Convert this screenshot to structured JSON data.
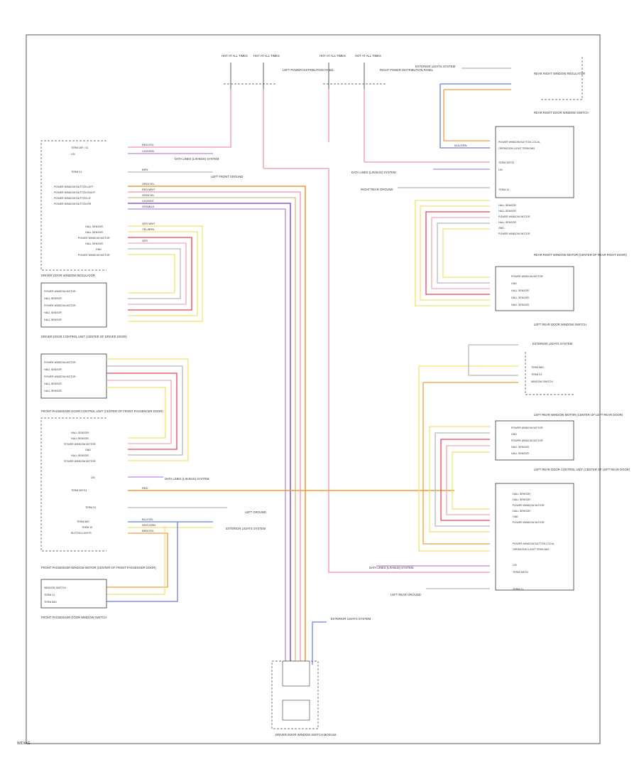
{
  "colors": {
    "pink": "#f4a9b4",
    "red": "#e8435a",
    "orange": "#f39a3c",
    "yellow": "#f2e36c",
    "purple": "#8a5fc9",
    "blue": "#6a7fe0",
    "gray": "#b8b8b8",
    "tan": "#d9c9a0",
    "violet": "#c39be8",
    "black": "#333333"
  },
  "labels": {
    "top_fuse_1": "HOT AT ALL TIMES",
    "top_fuse_2": "HOT AT ALL TIMES",
    "top_fuse_3": "HOT AT ALL TIMES",
    "top_fuse_4": "HOT AT ALL TIMES",
    "left_fuse_box": "LEFT POWER DISTRIBUTION PANEL",
    "right_fuse_box": "RIGHT POWER DISTRIBUTION PANEL",
    "exterior_lights_top": "EXTERIOR LIGHTS SYSTEM",
    "rear_right_door_switch": "REAR RIGHT DOOR WINDOW SWITCH",
    "data_lines_1": "DATA LINES (LIN-BUS) SYSTEM",
    "data_lines_2": "DATA LINES (LIN-BUS) SYSTEM",
    "data_lines_3": "DATA LINES (LIN-BUS) SYSTEM",
    "data_lines_4": "DATA LINES (LIN-BUS) SYSTEM",
    "right_ground": "RIGHT REAR GROUND",
    "left_ground": "LEFT REAR GROUND",
    "left_ground2": "LEFT GROUND",
    "rr_motor": "REAR RIGHT WINDOW MOTOR (CENTER OF REAR RIGHT DOOR)",
    "rr_regulator": "REAR RIGHT WINDOW REGULATOR",
    "exterior_lights_mid": "EXTERIOR LIGHTS SYSTEM",
    "rl_door_switch": "LEFT REAR DOOR WINDOW SWITCH",
    "rl_motor": "LEFT REAR WINDOW MOTOR (CENTER OF LEFT REAR DOOR)",
    "rl_module": "LEFT REAR DOOR CONTROL UNIT (CENTER OF LEFT REAR DOOR)",
    "driver_motor": "DRIVER DOOR CONTROL UNIT (CENTER OF DRIVER DOOR)",
    "driver_regulator": "DRIVER DOOR WINDOW REGULATOR",
    "passenger_module": "FRONT PASSENGER DOOR CONTROL UNIT (CENTER OF FRONT PASSENGER DOOR)",
    "passenger_motor": "FRONT PASSENGER WINDOW MOTOR (CENTER OF FRONT PASSENGER DOOR)",
    "passenger_switch": "FRONT PASSENGER DOOR WINDOW SWITCH",
    "exterior_lights_bottom": "EXTERIOR LIGHTS SYSTEM",
    "exterior_lights_passenger": "EXTERIOR LIGHTS SYSTEM",
    "driver_switch": "DRIVER DOOR WINDOW SWITCH MODULE",
    "ground_left": "LEFT FRONT GROUND",
    "footer": "W/DIAG"
  },
  "left_module_pins": [
    "TERM 30F / 31",
    "LIN",
    "TERM 31",
    "POWER WINDOW BUTTON LEFT",
    "POWER WINDOW BUTTON RIGHT",
    "POWER WINDOW BUTTON LR",
    "POWER WINDOW BUTTON RR"
  ],
  "left_module_pins2": [
    "HALL SENSOR",
    "HALL SENSOR",
    "POWER WINDOW MOTOR",
    "HALL SENSOR",
    "GND",
    "POWER WINDOW MOTOR"
  ],
  "driver_motor_pins": [
    "POWER WINDOW MOTOR",
    "HALL SENSOR",
    "POWER WINDOW MOTOR",
    "HALL SENSOR",
    "HALL SENSOR"
  ],
  "pass_motor_pins": [
    "POWER WINDOW MOTOR",
    "HALL SENSOR",
    "POWER WINDOW MOTOR",
    "HALL SENSOR",
    "HALL SENSOR"
  ],
  "pass_module_pins": [
    "HALL SENSOR",
    "HALL SENSOR",
    "POWER WINDOW MOTOR",
    "GND",
    "HALL SENSOR",
    "POWER WINDOW MOTOR",
    "LIN",
    "TERM 30F/31",
    "TERM 31",
    "TERM 58G",
    "TERM 15",
    "BUTTON LIGHTS"
  ],
  "pass_switch_pins": [
    "WINDOW SWITCH",
    "TERM 31",
    "TERM 58G"
  ],
  "rr_switch_pins": [
    "POWER WINDOW BUTTON LOCAL",
    "OPERATION LIGHT TERM 58G",
    "TERM 30F/31",
    "LIN",
    "TERM 31"
  ],
  "rr_module_pins": [
    "HALL SENSOR",
    "HALL SENSOR",
    "POWER WINDOW MOTOR",
    "HALL SENSOR",
    "GND",
    "POWER WINDOW MOTOR"
  ],
  "rr_motor_pins": [
    "POWER WINDOW MOTOR",
    "GND",
    "HALL SENSOR",
    "HALL SENSOR",
    "HALL SENSOR"
  ],
  "rl_switch_pins": [
    "TERM 58G",
    "TERM 31",
    "WINDOW SWITCH"
  ],
  "rl_motor_pins": [
    "POWER WINDOW MOTOR",
    "GND",
    "POWER WINDOW MOTOR",
    "HALL SENSOR",
    "HALL SENSOR"
  ],
  "rl_module_pins": [
    "HALL SENSOR",
    "HALL SENSOR",
    "POWER WINDOW MOTOR",
    "HALL SENSOR",
    "GND",
    "POWER WINDOW MOTOR",
    "POWER WINDOW BUTTON LOCAL",
    "OPERATION LIGHT TERM 58G",
    "LIN",
    "TERM 30F/31",
    "TERM 31"
  ],
  "wire_labels": {
    "red_yel": "RED/YEL",
    "violet_grn": "VIO/GRN",
    "brn": "BRN",
    "org_yel": "ORG/YEL",
    "grn_yel": "GRN/YEL",
    "vio_wht": "VIO/WHT",
    "grn_blk": "GRN/BLK",
    "gry_wht": "GRY/WHT",
    "yel_brn": "YEL/BRN",
    "red_wht": "RED/WHT",
    "gry": "GRY",
    "brn_yel": "BRN/YEL",
    "blu_yel": "BLU/YEL",
    "wht_grn": "WHT/GRN",
    "red": "RED",
    "blk_grn": "BLK/GRN"
  }
}
